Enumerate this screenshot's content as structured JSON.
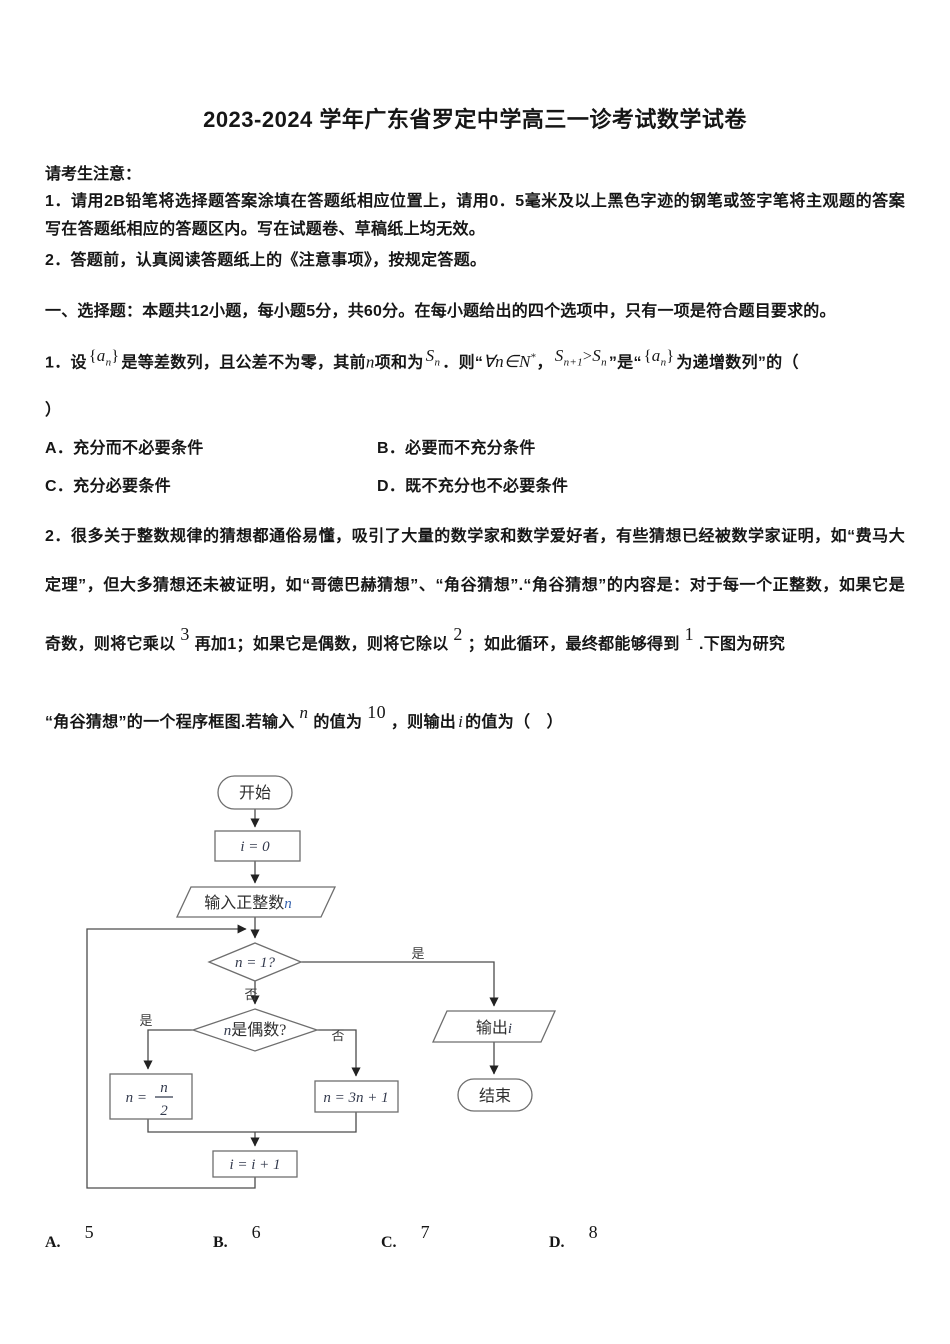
{
  "title": "2023-2024 学年广东省罗定中学高三一诊考试数学试卷",
  "notice": {
    "heading": "请考生注意：",
    "item1": "1．请用2B铅笔将选择题答案涂填在答题纸相应位置上，请用0．5毫米及以上黑色字迹的钢笔或签字笔将主观题的答案写在答题纸相应的答题区内。写在试题卷、草稿纸上均无效。",
    "item2": "2．答题前，认真阅读答题纸上的《注意事项》，按规定答题。"
  },
  "section": {
    "heading": "一、选择题：本题共12小题，每小题5分，共60分。在每小题给出的四个选项中，只有一项是符合题目要求的。"
  },
  "q1": {
    "no": "1．",
    "t1": "设",
    "brace_open": "{",
    "an_base": "a",
    "an_sub": "n",
    "brace_close": "}",
    "t2": "是等差数列，且公差不为零，其前",
    "var_n": "n",
    "t3": "项和为",
    "S_base": "S",
    "S_sub": "n",
    "t4": "．则“",
    "forall": "∀n∈N",
    "forall_sup": "*",
    "t5": "，",
    "S1_base": "S",
    "S1_sub": "n+1",
    "gt": ">",
    "S2_base": "S",
    "S2_sub": "n",
    "t6": "”是“",
    "t7": "为递增数列”的（",
    "close": "）",
    "options": [
      {
        "label": "A．",
        "text": "充分而不必要条件"
      },
      {
        "label": "B．",
        "text": "必要而不充分条件"
      },
      {
        "label": "C．",
        "text": "充分必要条件"
      },
      {
        "label": "D．",
        "text": "既不充分也不必要条件"
      }
    ]
  },
  "q2": {
    "no": "2．",
    "p1": "很多关于整数规律的猜想都通俗易懂，吸引了大量的数学家和数学爱好者，有些猜想已经被数学家证明，如“费马大定理”，但大多猜想还未被证明，如“哥德巴赫猜想”、“角谷猜想”.“角谷猜想”的内容是：对于每一个正整数，如果它是奇数，则将它乘以",
    "sup_3": "3",
    "p2": "再加1；如果它是偶数，则将它除以",
    "sup_2": "2",
    "p3": "；如此循环，最终都能够得到",
    "sup_1": "1",
    "p4": ".下图为研究",
    "p5": "“角谷猜想”的一个程序框图.若输入",
    "var_n": "n",
    "p6": "的值为",
    "sup_10": "10",
    "p7": "，则输出",
    "var_i": "i",
    "p8": "的值为（　）",
    "options": [
      {
        "label": "A.",
        "value": "5"
      },
      {
        "label": "B.",
        "value": "6"
      },
      {
        "label": "C.",
        "value": "7"
      },
      {
        "label": "D.",
        "value": "8"
      }
    ]
  },
  "flowchart": {
    "start": "开始",
    "init": "i = 0",
    "input_label": "输入正整数",
    "input_var": "n",
    "cond1": "n = 1?",
    "yes1": "是",
    "no1": "否",
    "cond2_var": "n",
    "cond2_label": "是偶数?",
    "yes2": "是",
    "no2": "否",
    "half_lhs": "n =",
    "half_num": "n",
    "half_den": "2",
    "triple": "n = 3n + 1",
    "inc": "i = i + 1",
    "output_label": "输出",
    "output_var": "i",
    "end": "结束"
  }
}
